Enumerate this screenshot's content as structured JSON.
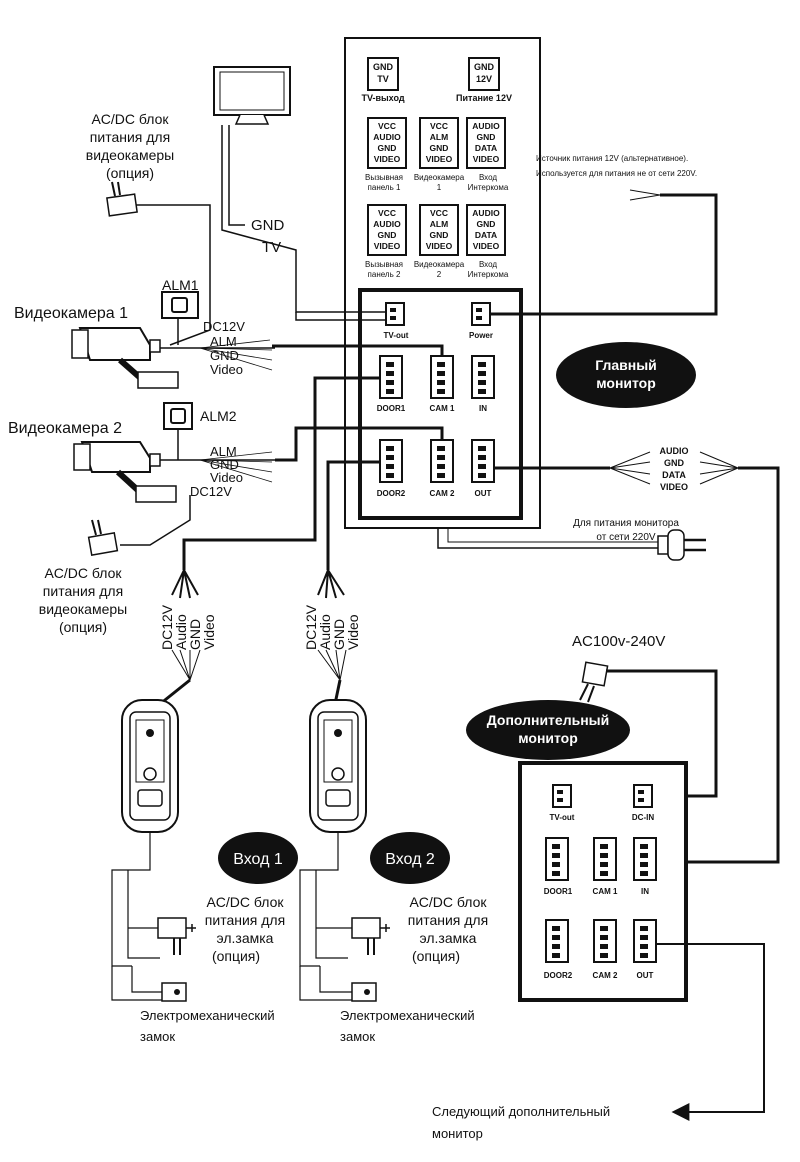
{
  "cam_psu_top": {
    "lines": [
      "AC/DC блок",
      "питания для",
      "видеокамеры",
      "(опция)"
    ]
  },
  "cam_psu_bottom": {
    "lines": [
      "AC/DC блок",
      "питания для",
      "видеокамеры",
      "(опция)"
    ]
  },
  "tv_wires": {
    "gnd": "GND",
    "tv": "TV"
  },
  "camera1": {
    "label": "Видеокамера 1",
    "alarm": "ALM1",
    "wires": [
      "DC12V",
      "ALM",
      "GND",
      "Video"
    ]
  },
  "camera2": {
    "label": "Видеокамера 2",
    "alarm": "ALM2",
    "wires": [
      "ALM",
      "GND",
      "Video",
      "DC12V"
    ]
  },
  "legend_panel": {
    "row1": [
      {
        "lines": [
          "GND",
          "TV"
        ],
        "caption": "TV-выход"
      },
      {
        "lines": [
          "GND",
          "12V"
        ],
        "caption": "Питание 12V"
      }
    ],
    "row2": [
      {
        "lines": [
          "VCC",
          "AUDIO",
          "GND",
          "VIDEO"
        ],
        "caption": [
          "Вызывная",
          "панель 1"
        ]
      },
      {
        "lines": [
          "VCC",
          "ALM",
          "GND",
          "VIDEO"
        ],
        "caption": [
          "Видеокамера",
          "1"
        ]
      },
      {
        "lines": [
          "AUDIO",
          "GND",
          "DATA",
          "VIDEO"
        ],
        "caption": [
          "Вход",
          "Интеркома"
        ]
      }
    ],
    "row3": [
      {
        "lines": [
          "VCC",
          "AUDIO",
          "GND",
          "VIDEO"
        ],
        "caption": [
          "Вызывная",
          "панель 2"
        ]
      },
      {
        "lines": [
          "VCC",
          "ALM",
          "GND",
          "VIDEO"
        ],
        "caption": [
          "Видеокамера",
          "2"
        ]
      },
      {
        "lines": [
          "AUDIO",
          "GND",
          "DATA",
          "VIDEO"
        ],
        "caption": [
          "Вход",
          "Интеркома"
        ]
      }
    ]
  },
  "alt_power_note": [
    "Источник питания 12V (альтернативное).",
    "Используется для питания не от сети 220V."
  ],
  "main_monitor": {
    "badge": [
      "Главный",
      "монитор"
    ],
    "ports": {
      "tv_out": "TV-out",
      "power": "Power",
      "door1": "DOOR1",
      "cam1": "CAM 1",
      "in": "IN",
      "door2": "DOOR2",
      "cam2": "CAM 2",
      "out": "OUT"
    }
  },
  "out_bus_labels": [
    "AUDIO",
    "GND",
    "DATA",
    "VIDEO"
  ],
  "mains_note": [
    "Для питания монитора",
    "от сети 220V"
  ],
  "panel1_wires": [
    "DC12V",
    "Audio",
    "GND",
    "Video"
  ],
  "panel2_wires": [
    "DC12V",
    "Audio",
    "GND",
    "Video"
  ],
  "ac_label": "AC100v-240V",
  "extra_monitor": {
    "badge": [
      "Дополнительный",
      "монитор"
    ],
    "ports": {
      "tv_out": "TV-out",
      "dc_in": "DC-IN",
      "door1": "DOOR1",
      "cam1": "CAM 1",
      "in": "IN",
      "door2": "DOOR2",
      "cam2": "CAM 2",
      "out": "OUT"
    }
  },
  "entrance1": "Вход 1",
  "entrance2": "Вход 2",
  "lock_psu1": [
    "AC/DC блок",
    "питания для",
    "эл.замка",
    "(опция)"
  ],
  "lock_psu2": [
    "AC/DC блок",
    "питания для",
    "эл.замка",
    "(опция)"
  ],
  "lock1": [
    "Электромеханический",
    "замок"
  ],
  "lock2": [
    "Электромеханический",
    "замок"
  ],
  "next_monitor": [
    "Следующий дополнительный",
    "монитор"
  ]
}
